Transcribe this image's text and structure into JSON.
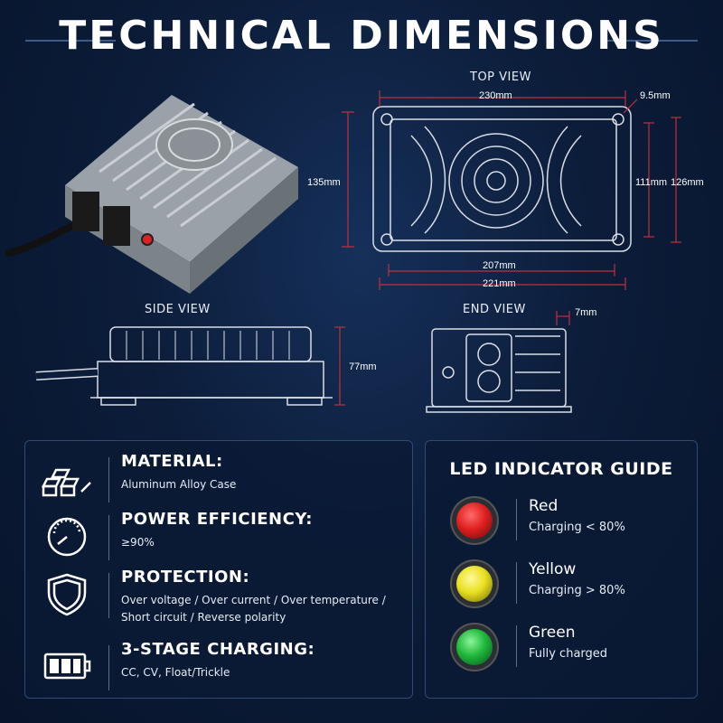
{
  "header": {
    "title": "TECHNICAL DIMENSIONS"
  },
  "top_view": {
    "label": "TOP VIEW",
    "width_overall": "230mm",
    "hole_dia": "9.5mm",
    "height_left": "135mm",
    "height_inner": "111mm",
    "height_right": "126mm",
    "width_inner": "207mm",
    "width_base": "221mm"
  },
  "side_view": {
    "label": "SIDE VIEW",
    "height": "77mm"
  },
  "end_view": {
    "label": "END VIEW",
    "offset": "7mm"
  },
  "specs": [
    {
      "icon": "metal-bars-icon",
      "title": "MATERIAL:",
      "desc": "Aluminum Alloy Case"
    },
    {
      "icon": "speedometer-icon",
      "title": "POWER EFFICIENCY:",
      "desc": "≥90%"
    },
    {
      "icon": "shield-icon",
      "title": "PROTECTION:",
      "desc": "Over voltage / Over current / Over temperature / Short circuit / Reverse polarity"
    },
    {
      "icon": "battery-icon",
      "title": "3-STAGE CHARGING:",
      "desc": "CC, CV, Float/Trickle"
    }
  ],
  "led_guide": {
    "title": "LED INDICATOR GUIDE",
    "items": [
      {
        "name": "Red",
        "desc": "Charging < 80%",
        "color": "#e02020"
      },
      {
        "name": "Yellow",
        "desc": "Charging > 80%",
        "color": "#e8e020"
      },
      {
        "name": "Green",
        "desc": "Fully charged",
        "color": "#1fb83a"
      }
    ]
  },
  "colors": {
    "accent_line": "#c0303a",
    "drawing": "#d9dee6",
    "panel_border": "#2e4a75"
  }
}
